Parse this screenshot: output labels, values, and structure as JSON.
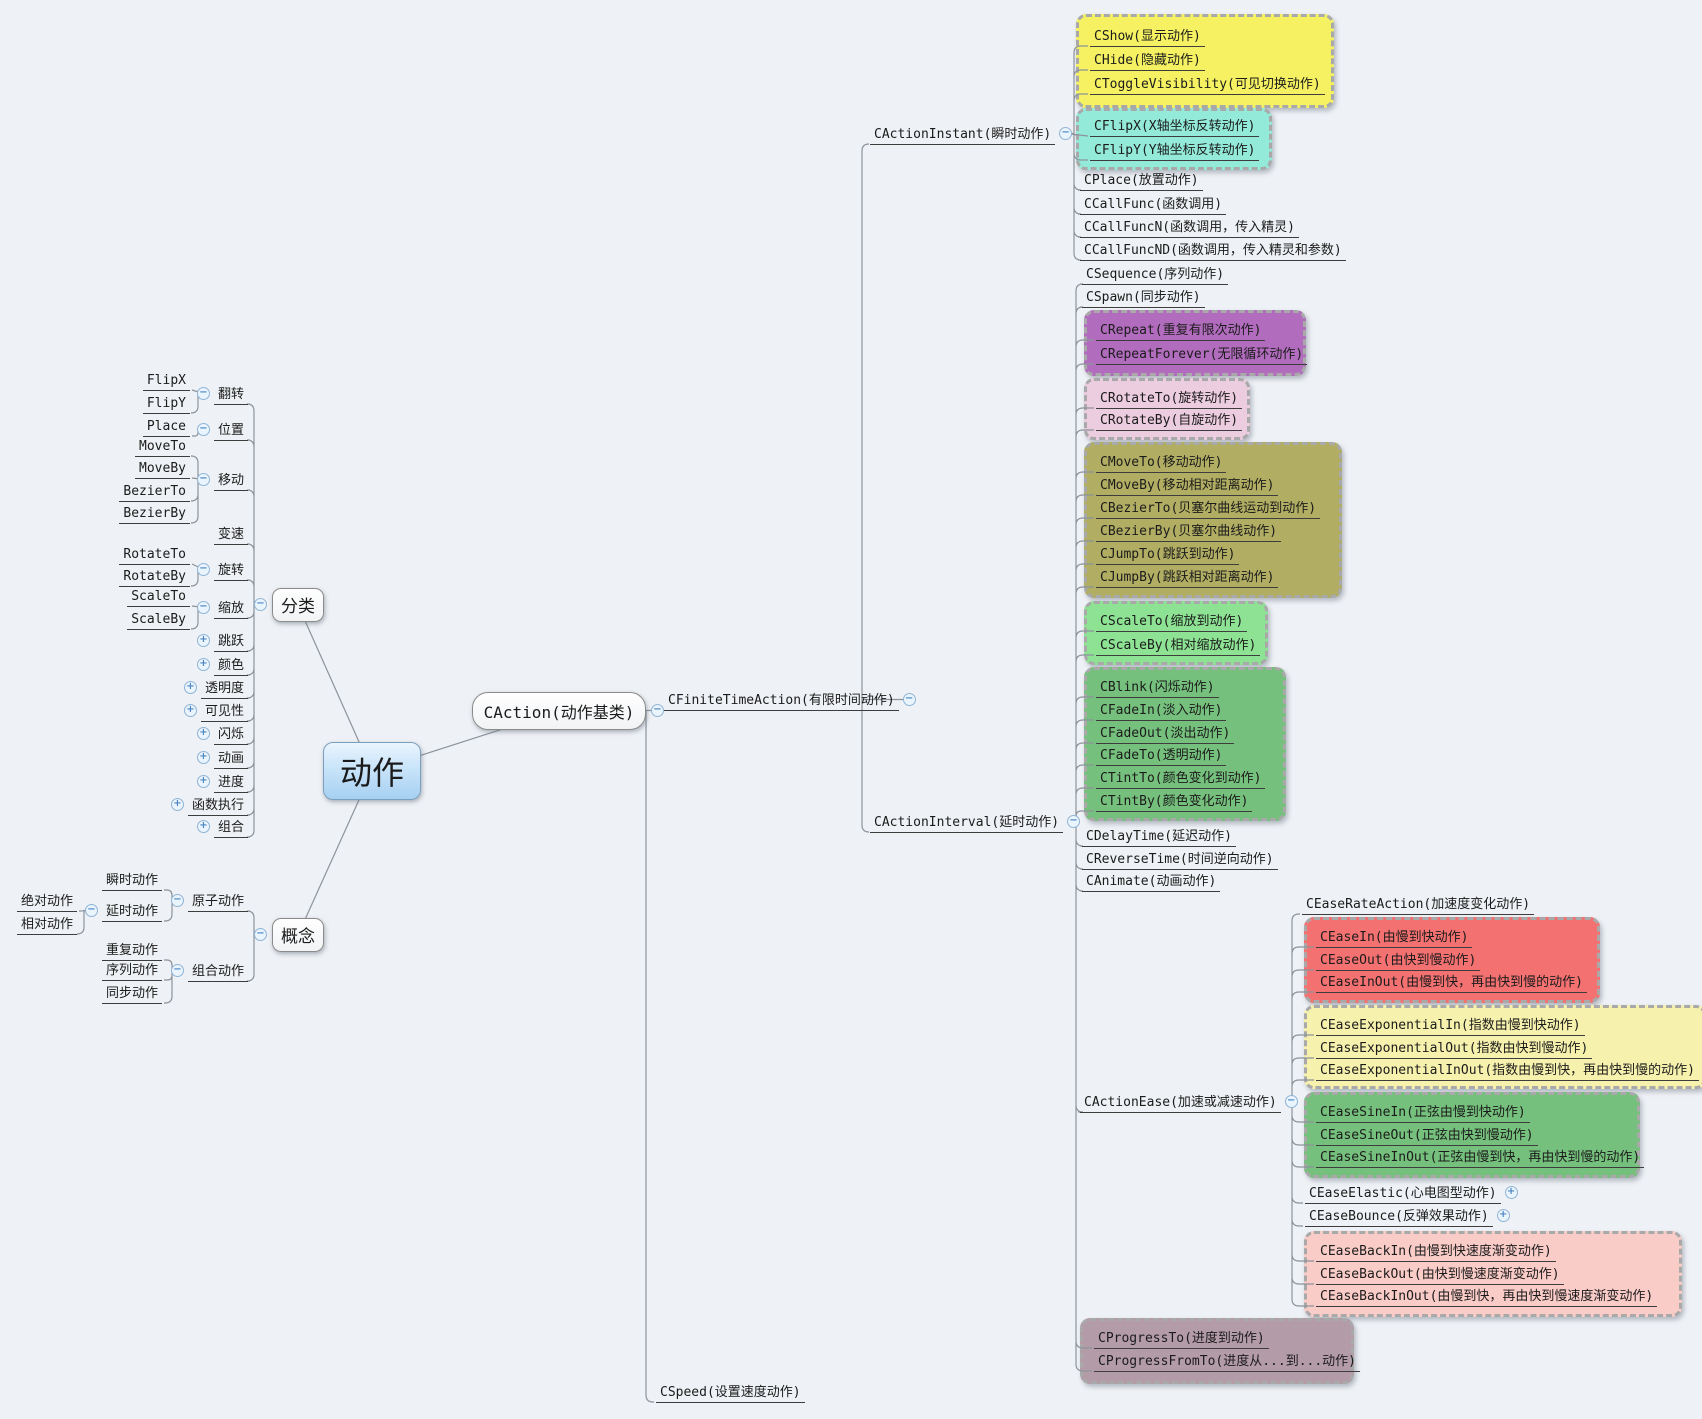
{
  "root": {
    "label": "动作"
  },
  "caction": {
    "label": "CAction(动作基类)",
    "cfinite": {
      "label": "CFiniteTimeAction(有限时间动作)",
      "instant": {
        "label": "CActionInstant(瞬时动作)",
        "visibility": [
          "CShow(显示动作)",
          "CHide(隐藏动作)",
          "CToggleVisibility(可见切换动作)"
        ],
        "flip": [
          "CFlipX(X轴坐标反转动作)",
          "CFlipY(Y轴坐标反转动作)"
        ],
        "others": [
          "CPlace(放置动作)",
          "CCallFunc(函数调用)",
          "CCallFuncN(函数调用，传入精灵)",
          "CCallFuncND(函数调用，传入精灵和参数)"
        ]
      },
      "interval": {
        "label": "CActionInterval(延时动作)",
        "composition": [
          "CSequence(序列动作)",
          "CSpawn(同步动作)"
        ],
        "repeat": [
          "CRepeat(重复有限次动作)",
          "CRepeatForever(无限循环动作)"
        ],
        "rotate": [
          "CRotateTo(旋转动作)",
          "CRotateBy(自旋动作)"
        ],
        "move": [
          "CMoveTo(移动动作)",
          "CMoveBy(移动相对距离动作)",
          "CBezierTo(贝塞尔曲线运动到动作)",
          "CBezierBy(贝塞尔曲线动作)",
          "CJumpTo(跳跃到动作)",
          "CJumpBy(跳跃相对距离动作)"
        ],
        "scale": [
          "CScaleTo(缩放到动作)",
          "CScaleBy(相对缩放动作)"
        ],
        "fade": [
          "CBlink(闪烁动作)",
          "CFadeIn(淡入动作)",
          "CFadeOut(淡出动作)",
          "CFadeTo(透明动作)",
          "CTintTo(颜色变化到动作)",
          "CTintBy(颜色变化动作)"
        ],
        "time": [
          "CDelayTime(延迟动作)",
          "CReverseTime(时间逆向动作)",
          "CAnimate(动画动作)"
        ],
        "ease": {
          "label": "CActionEase(加速或减速动作)",
          "rate": "CEaseRateAction(加速度变化动作)",
          "basic": [
            "CEaseIn(由慢到快动作)",
            "CEaseOut(由快到慢动作)",
            "CEaseInOut(由慢到快，再由快到慢的动作)"
          ],
          "exponential": [
            "CEaseExponentialIn(指数由慢到快动作)",
            "CEaseExponentialOut(指数由快到慢动作)",
            "CEaseExponentialInOut(指数由慢到快，再由快到慢的动作)"
          ],
          "sine": [
            "CEaseSineIn(正弦由慢到快动作)",
            "CEaseSineOut(正弦由快到慢动作)",
            "CEaseSineInOut(正弦由慢到快，再由快到慢的动作)"
          ],
          "elastic": "CEaseElastic(心电图型动作)",
          "bounce": "CEaseBounce(反弹效果动作)",
          "back": [
            "CEaseBackIn(由慢到快速度渐变动作)",
            "CEaseBackOut(由快到慢速度渐变动作)",
            "CEaseBackInOut(由慢到快，再由快到慢速度渐变动作)"
          ]
        },
        "progress": [
          "CProgressTo(进度到动作)",
          "CProgressFromTo(进度从...到...动作)"
        ]
      }
    },
    "cspeed": "CSpeed(设置速度动作)"
  },
  "classification": {
    "label": "分类",
    "flip": {
      "label": "翻转",
      "children": [
        "FlipX",
        "FlipY"
      ]
    },
    "position": {
      "label": "位置",
      "children": [
        "Place"
      ]
    },
    "move": {
      "label": "移动",
      "children": [
        "MoveTo",
        "MoveBy",
        "BezierTo",
        "BezierBy"
      ]
    },
    "speed_change": {
      "label": "变速"
    },
    "rotate": {
      "label": "旋转",
      "children": [
        "RotateTo",
        "RotateBy"
      ]
    },
    "scale": {
      "label": "缩放",
      "children": [
        "ScaleTo",
        "ScaleBy"
      ]
    },
    "collapsed": [
      "跳跃",
      "颜色",
      "透明度",
      "可见性",
      "闪烁",
      "动画",
      "进度",
      "函数执行",
      "组合"
    ]
  },
  "concept": {
    "label": "概念",
    "atomic": {
      "label": "原子动作",
      "instant": "瞬时动作",
      "delayed": {
        "label": "延时动作",
        "children": [
          "绝对动作",
          "相对动作"
        ]
      }
    },
    "composite": {
      "label": "组合动作",
      "children": [
        "重复动作",
        "序列动作",
        "同步动作"
      ]
    }
  },
  "icons": {
    "collapse": "−",
    "expand": "+"
  },
  "colors": {
    "visibility": "#f5f163",
    "flip": "#93ead9",
    "repeat": "#b26cbe",
    "rotate": "#ecccdf",
    "move": "#b1ae63",
    "scale": "#8de294",
    "fade": "#76c07d",
    "ease_basic": "#f47171",
    "ease_exponential": "#f7f1ae",
    "ease_sine": "#76c07d",
    "ease_back": "#f9ccc7",
    "progress": "#b39ba8"
  }
}
